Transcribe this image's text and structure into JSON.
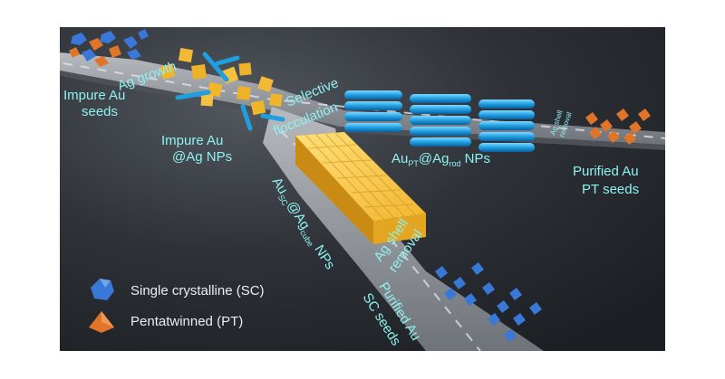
{
  "labels": {
    "impure_seeds": [
      "Impure Au",
      "seeds"
    ],
    "ag_growth": "Ag growth",
    "impure_agnps": [
      "Impure Au",
      "@Ag NPs"
    ],
    "selective_flocculation": [
      "Selective",
      "flocculation"
    ],
    "pt_nps": {
      "base": "Au",
      "sub1": "PT",
      "mid": "@Ag",
      "sub2": "rod",
      "tail": " NPs"
    },
    "ag_shell_removal_small": [
      "Ag shell",
      "removal"
    ],
    "purified_pt": [
      "Purified Au",
      "PT seeds"
    ],
    "sc_nps": {
      "base": "Au",
      "sub1": "SC",
      "mid": "@Ag",
      "sub2": "cube",
      "tail": " NPs"
    },
    "ag_shell_removal": [
      "Ag shell",
      "removal"
    ],
    "purified_sc": [
      "Purified Au",
      "SC seeds"
    ]
  },
  "legend": {
    "items": [
      {
        "icon": "single-crystal-icon",
        "label": "Single crystalline (SC)",
        "color": "#3a78d8"
      },
      {
        "icon": "pentatwinned-icon",
        "label": "Pentatwinned (PT)",
        "color": "#e07428"
      }
    ]
  },
  "colors": {
    "background": "#2b2f35",
    "road": "#8a8f95",
    "label": "#8ff2f0",
    "gold": "#f0b62a",
    "rod": "#1f9fe0",
    "sc_particle": "#3a78d8",
    "pt_particle": "#e07428"
  }
}
